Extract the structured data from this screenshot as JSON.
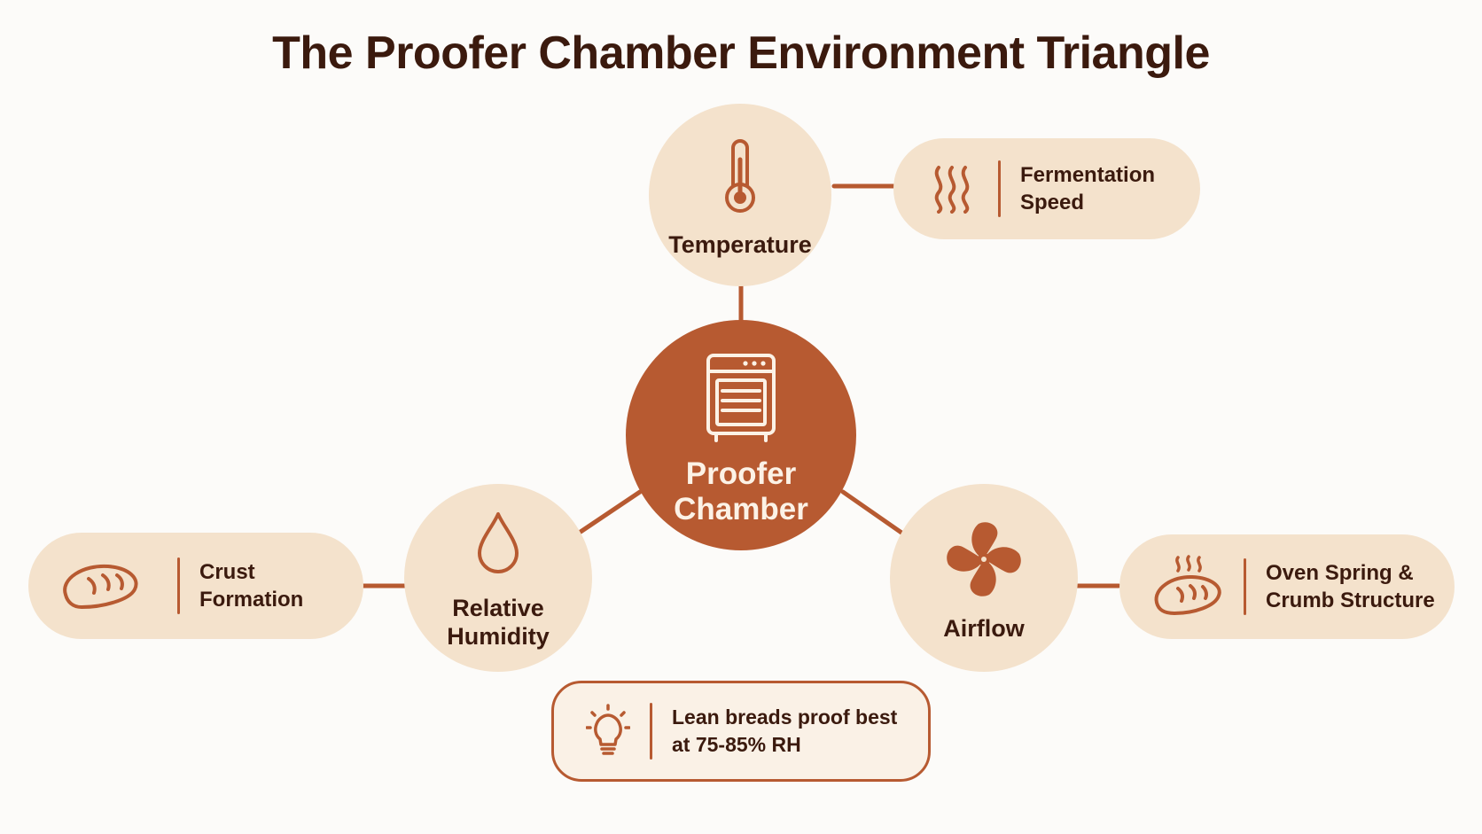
{
  "title": "The Proofer Chamber Environment Triangle",
  "colors": {
    "background": "#fcfbf9",
    "accent": "#b75a31",
    "node_fill": "#f4e2cc",
    "text": "#3b1a0e"
  },
  "center": {
    "line1": "Proofer",
    "line2": "Chamber",
    "icon": "proofer-cabinet-icon"
  },
  "nodes": {
    "temperature": {
      "label": "Temperature",
      "icon": "thermometer-icon"
    },
    "humidity": {
      "line1": "Relative",
      "line2": "Humidity",
      "icon": "water-drop-icon"
    },
    "airflow": {
      "label": "Airflow",
      "icon": "fan-icon"
    }
  },
  "effects": {
    "fermentation": {
      "line1": "Fermentation",
      "line2": "Speed",
      "icon": "heat-waves-icon"
    },
    "crust": {
      "line1": "Crust",
      "line2": "Formation",
      "icon": "bread-loaf-icon"
    },
    "oven_spring": {
      "line1": "Oven Spring &",
      "line2": "Crumb Structure",
      "icon": "steaming-bread-icon"
    }
  },
  "tip": {
    "line1": "Lean breads proof best",
    "line2": "at 75-85% RH",
    "icon": "lightbulb-icon"
  }
}
